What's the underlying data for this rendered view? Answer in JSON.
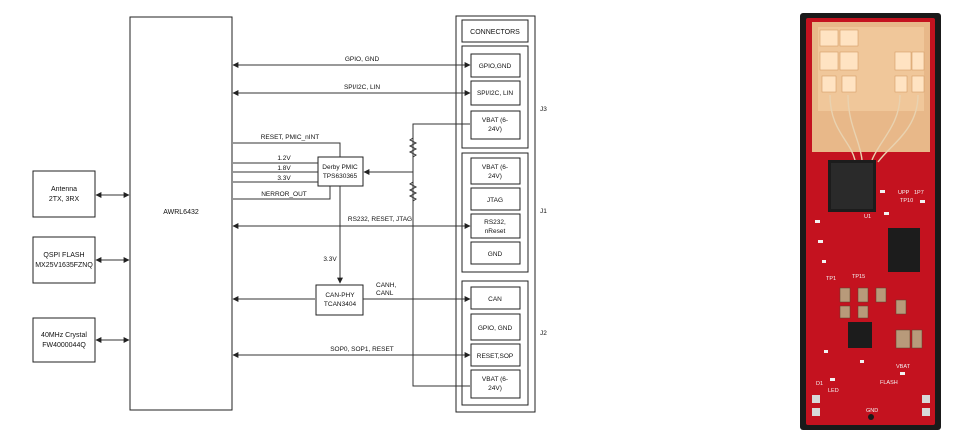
{
  "left_blocks": {
    "antenna": {
      "line1": "Antenna",
      "line2": "2TX, 3RX"
    },
    "qspi": {
      "line1": "QSPI FLASH",
      "line2": "MX25V1635FZNQ"
    },
    "crystal": {
      "line1": "40MHz Crystal",
      "line2": "FW4000044Q"
    }
  },
  "main_chip": {
    "label": "AWRL6432"
  },
  "pmic": {
    "line1": "Derby PMIC",
    "line2": "TPS630365"
  },
  "canphy": {
    "line1": "CAN-PHY",
    "line2": "TCAN3404"
  },
  "signals": {
    "gpio_gnd": "GPIO, GND",
    "spi_i2c_lin": "SPI/I2C, LIN",
    "reset_pmic": "RESET, PMIC_nINT",
    "v12": "1.2V",
    "v18": "1.8V",
    "v33": "3.3V",
    "nerror": "NERROR_OUT",
    "rs232": "RS232, RESET, JTAG",
    "v33_can": "3.3V",
    "canh": "CANH,",
    "canl": "CANL",
    "sop": "SOP0, SOP1, RESET"
  },
  "connectors": {
    "title": "CONNECTORS",
    "j3": {
      "label": "J3",
      "pins": [
        "GPIO,GND",
        "SPI/I2C, LIN",
        [
          "VBAT (6-",
          "24V)"
        ]
      ]
    },
    "j1": {
      "label": "J1",
      "pins": [
        [
          "VBAT (6-",
          "24V)"
        ],
        "JTAG",
        [
          "RS232,",
          "nReset"
        ],
        "GND"
      ]
    },
    "j2": {
      "label": "J2",
      "pins": [
        "CAN",
        "GPIO, GND",
        "RESET,SOP",
        [
          "VBAT (6-",
          "24V)"
        ]
      ]
    }
  },
  "board_photo": {
    "silkscreen": [
      "U1",
      "UPP",
      "1P7",
      "TP10",
      "TP1",
      "TP15",
      "D1",
      "LED",
      "VBAT",
      "FLASH",
      "GND"
    ],
    "colors": {
      "pcb": "#c4121f",
      "antenna": "#f0c79a",
      "ic": "#1c1c1c",
      "frame": "#1a1a1a"
    }
  }
}
